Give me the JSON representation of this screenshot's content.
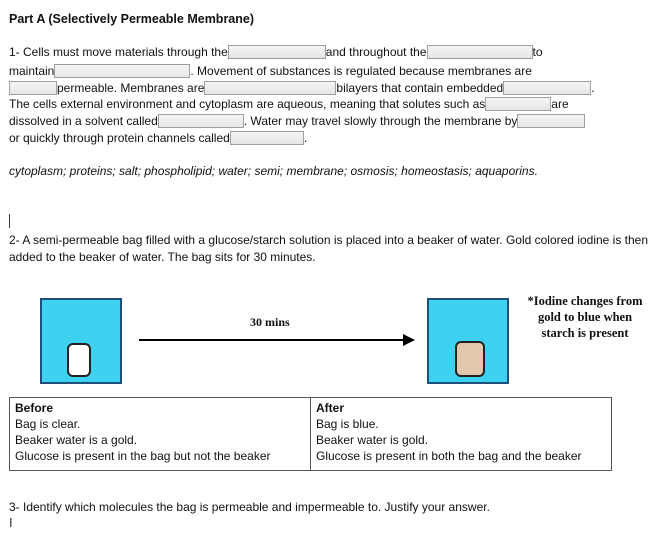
{
  "part_title": "Part A (Selectively Permeable Membrane)",
  "q1": {
    "l1_a": "1- Cells must move materials through the",
    "l1_b": "and throughout the",
    "l1_c": "to",
    "l2_a": "maintain",
    "l2_b": ". Movement of substances is regulated because membranes are",
    "l3_a": "permeable. Membranes are",
    "l3_b": "bilayers that contain embedded",
    "l3_c": ".",
    "l4_a": "The cells external environment and cytoplasm are aqueous, meaning that solutes such as",
    "l4_b": "are",
    "l5_a": "dissolved in a solvent called",
    "l5_b": ". Water may travel slowly through the membrane by",
    "l6_a": "or quickly through protein channels called",
    "l6_b": "."
  },
  "word_bank": "cytoplasm; proteins; salt; phospholipid; water; semi; membrane; osmosis; homeostasis; aquaporins.",
  "q2_text": "2- A semi-permeable bag filled with a glucose/starch solution is placed into a beaker of water. Gold colored iodine is then added to the beaker of water. The bag sits for 30 minutes.",
  "diagram": {
    "time_label": "30 mins",
    "note": "*Iodine changes from gold to blue when starch is present",
    "colors": {
      "water": "#3fd1f0",
      "bag_before": "#ffffff",
      "bag_after": "#e2c7ac"
    }
  },
  "table": {
    "before_header": "Before",
    "before_rows": [
      "Bag is clear.",
      "Beaker water is a gold.",
      "Glucose is present in the bag but not the beaker"
    ],
    "after_header": "After",
    "after_rows": [
      "Bag is blue.",
      "Beaker water is gold.",
      "Glucose is present in both the bag and the beaker"
    ]
  },
  "q3_text": "3- Identify which molecules the bag is permeable and impermeable to. Justify your answer."
}
